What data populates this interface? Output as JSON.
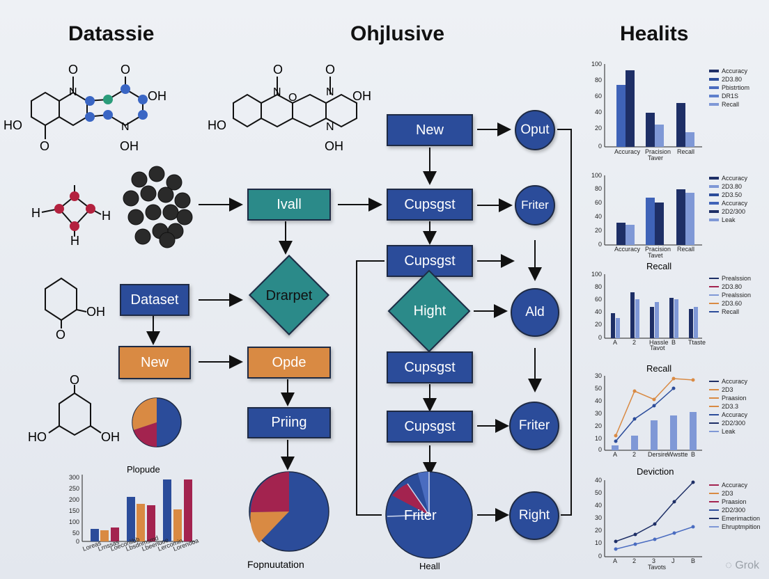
{
  "titles": {
    "left": "Datassie",
    "center": "Ohjlusive",
    "right": "Healits"
  },
  "molecules": {
    "m1": {
      "left_group": "HO",
      "bottom": "O",
      "top1": "O",
      "top2": "O",
      "right": "OH",
      "n1": "N",
      "n2": "N",
      "bottom_right": "OH"
    },
    "m2": {
      "left_group": "HO",
      "top1": "O",
      "top2": "O",
      "right": "OH",
      "n1": "N",
      "n2": "N",
      "n3": "N",
      "o": "O",
      "bottom_right": "OH"
    },
    "m3": {
      "h_left": "H",
      "h_right": "H",
      "h_bottom": "H"
    },
    "m4": {
      "oh": "OH",
      "o": "O"
    },
    "m5": {
      "o": "O",
      "ho": "HO",
      "oh": "OH"
    }
  },
  "nodes": {
    "dataset": "Dataset",
    "new_left": "New",
    "ivall": "Ivall",
    "drarpet": "Drarpet",
    "opde": "Opde",
    "priing": "Priing",
    "new_top": "New",
    "cupsgst1": "Cupsgst",
    "cupsgst2": "Cupsgst",
    "hight": "Hight",
    "cupsgst3": "Cupsgst",
    "cupsgst4": "Cupsgst",
    "oput": "Oput",
    "friter1": "Friter",
    "ald": "Ald",
    "friter2": "Friter",
    "right": "Right",
    "pie_label": "Friter"
  },
  "bottom_labels": {
    "left_chart_title": "Plopude",
    "center_pie_caption": "Fopnuutation",
    "right_pie_caption": "Heall"
  },
  "right_charts": {
    "c1": {
      "legend": [
        "Accuracy",
        "2D3.80",
        "Pbistrtiom",
        "DR1S",
        "Recall"
      ],
      "yticks": [
        "100",
        "80",
        "60",
        "40",
        "20",
        "0"
      ],
      "xticks": [
        "Accuracy",
        "Pracision",
        "Recall"
      ],
      "xsub": "Taver"
    },
    "c2": {
      "legend": [
        "Accuracy",
        "2D3.80",
        "2D3.50",
        "Accuracy",
        "2D2/300",
        "Leak"
      ],
      "yticks": [
        "100",
        "80",
        "60",
        "40",
        "20",
        "0"
      ],
      "xticks": [
        "Accuracy",
        "Pracision",
        "Recall"
      ],
      "xsub": "Tavet"
    },
    "c3": {
      "title": "Recall",
      "legend": [
        "Prealssion",
        "2D3.80",
        "Prealssion",
        "2D3.60",
        "Recall"
      ],
      "yticks": [
        "100",
        "80",
        "60",
        "40",
        "20",
        "0"
      ],
      "xticks": [
        "A",
        "2",
        "Hassle",
        "B",
        "Ttaste"
      ],
      "xsub": "Tavot"
    },
    "c4": {
      "title": "Recall",
      "legend": [
        "Accuracy",
        "2D3",
        "Praasion",
        "2D3.3",
        "Accuracy",
        "2D2/300",
        "Leak"
      ],
      "yticks": [
        "30",
        "50",
        "40",
        "30",
        "20",
        "10",
        "0"
      ],
      "xticks": [
        "A",
        "2",
        "Dersire",
        "Wwstte",
        "B"
      ]
    },
    "c5": {
      "title": "Deviction",
      "legend": [
        "Accuracy",
        "2D3",
        "Praasion",
        "2D2/300",
        "Emerimaction",
        "Ehruptmpition"
      ],
      "yticks": [
        "40",
        "50",
        "40",
        "30",
        "20",
        "10",
        "0"
      ],
      "xticks": [
        "A",
        "2",
        "3",
        "J",
        "B"
      ],
      "xsub": "Tavots"
    }
  },
  "left_chart": {
    "yticks": [
      "300",
      "250",
      "200",
      "150",
      "100",
      "50",
      "0"
    ],
    "xticks": [
      "Loreas",
      "Lrnssas",
      "Loeconlibb",
      "Lbsdnmsmd",
      "Lbeenuoe",
      "Lercomin",
      "Lorenoba"
    ]
  },
  "watermark": "Grok",
  "colors": {
    "blue": "#2b4c9a",
    "teal": "#2b8a89",
    "orange": "#d98a43",
    "crimson": "#a3234f",
    "navy": "#1e2f66",
    "light_blue": "#7f98d6"
  }
}
